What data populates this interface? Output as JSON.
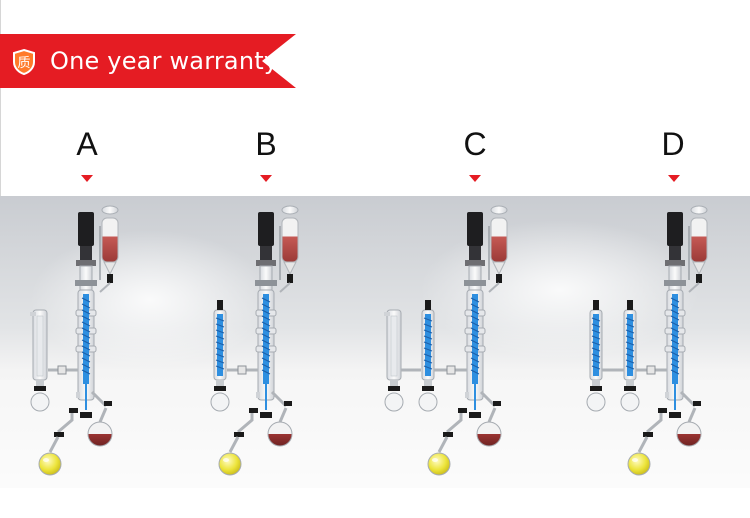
{
  "banner": {
    "text": "One year warranty",
    "badge_char": "质",
    "color": "#e51c23"
  },
  "configs": [
    {
      "label": "A"
    },
    {
      "label": "B"
    },
    {
      "label": "C"
    },
    {
      "label": "D"
    }
  ],
  "colors": {
    "accent": "#e51c23",
    "coil": "#2e8fe0",
    "feed": "#b84a44",
    "residue": "#8a2e2c",
    "distillate": "#ece43a"
  }
}
